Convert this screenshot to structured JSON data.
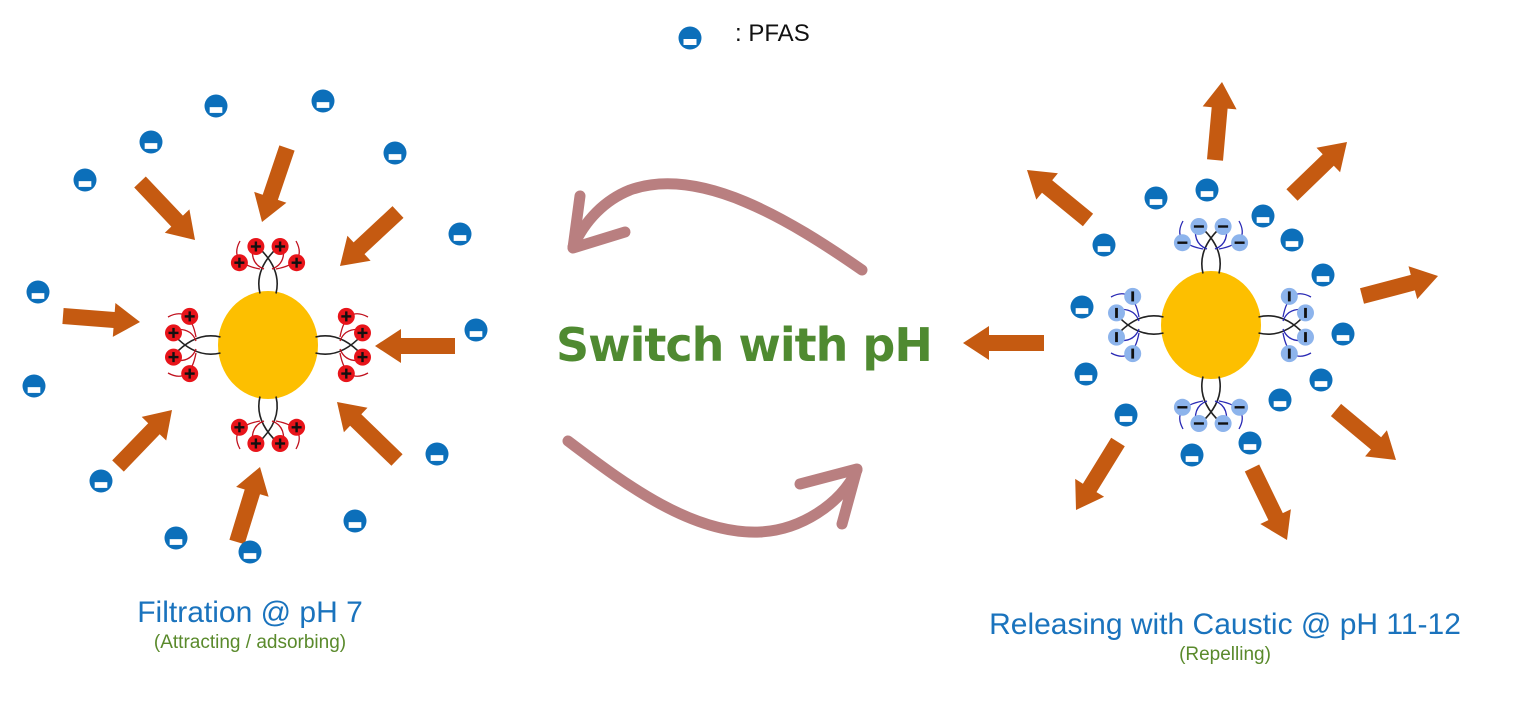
{
  "legend": {
    "symbol": "pfas-molecule",
    "label": ": PFAS"
  },
  "center": {
    "label": "Switch with pH"
  },
  "left_panel": {
    "title": "Filtration @ pH 7",
    "subtitle": "(Attracting / adsorbing)",
    "surface_charge": "+",
    "arrow_direction": "inward",
    "pfas_count": 14,
    "arrow_count": 8
  },
  "right_panel": {
    "title": "Releasing with Caustic @ pH 11-12",
    "subtitle": "(Repelling)",
    "surface_charge": "-",
    "arrow_direction": "outward",
    "pfas_count": 14,
    "arrow_count": 8
  },
  "colors": {
    "pfas": "#0c6fba",
    "core": "#fdbf00",
    "positive_charge": "#e8141a",
    "negative_charge": "#8db4ec",
    "arrow": "#c55a11",
    "cycle_arrow": "#b97f80",
    "switch_text": "#4f8a31",
    "title_text": "#1a73bd",
    "subtitle_text": "#5a8a2c"
  }
}
